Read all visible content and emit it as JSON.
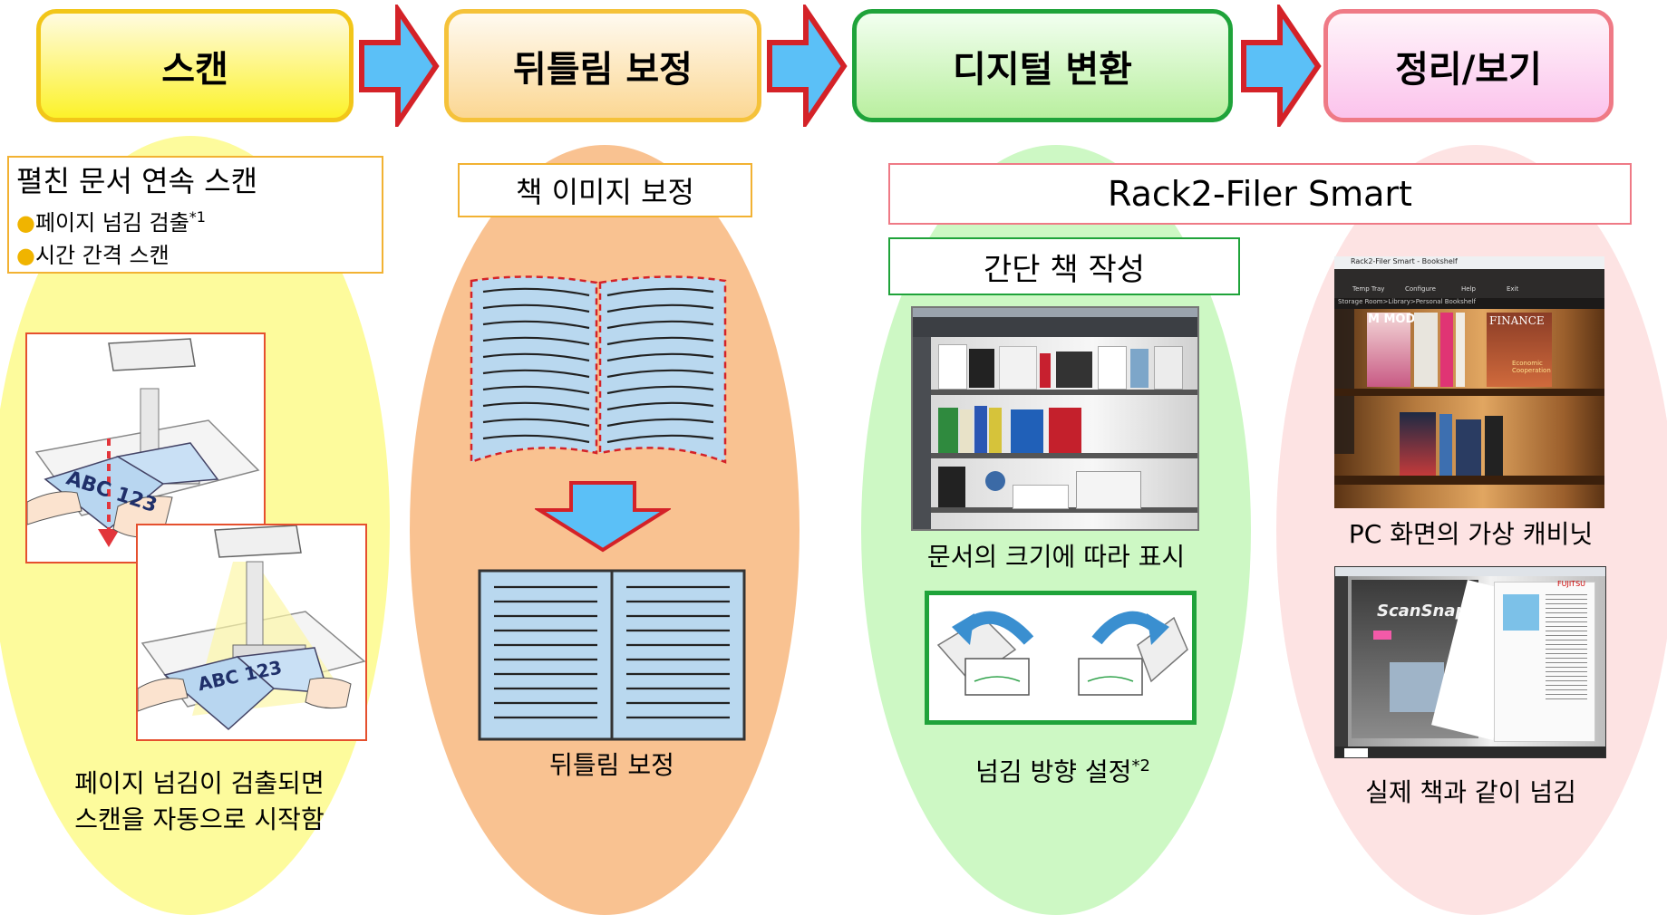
{
  "stages": [
    {
      "label": "스캔"
    },
    {
      "label": "뒤틀림 보정"
    },
    {
      "label": "디지털 변환"
    },
    {
      "label": "정리/보기"
    }
  ],
  "scan": {
    "title": "펼친 문서 연속 스캔",
    "bullet1": "페이지 넘김 검출",
    "bullet1_note": "*1",
    "bullet2": "시간 간격 스캔",
    "book_text": "ABC 123",
    "caption_line1": "페이지 넘김이 검출되면",
    "caption_line2": "스캔을 자동으로 시작함"
  },
  "correction": {
    "title": "책 이미지 보정",
    "caption": "뒤틀림 보정"
  },
  "digital": {
    "title": "Rack2-Filer Smart",
    "subtitle": "간단 책 작성",
    "caption1": "문서의 크기에 따라 표시",
    "caption2": "넘김 방향 설정",
    "caption2_note": "*2"
  },
  "view": {
    "caption1": "PC 화면의 가상 캐비닛",
    "caption2": "실제 책과 같이 넘김",
    "window_title": "Rack2-Filer Smart - Bookshelf",
    "toolbar": [
      "Temp Tray",
      "Configure",
      "Help",
      "Exit"
    ],
    "breadcrumb": "Storage Room>Library>Personal Bookshelf",
    "mag1": "M MODE",
    "mag2": "FINANCE",
    "mag2_sub": "Economic Cooperation",
    "viewer_brand": "ScanSnap",
    "viewer_maker": "FUJITSU"
  },
  "colors": {
    "yellow_blob": "#fdfb9c",
    "orange_blob": "#f9c291",
    "green_blob": "#cdf8c4",
    "pink_blob": "#fde3e3",
    "arrow_fill": "#5bc0f7",
    "arrow_stroke": "#d42228",
    "bullet": "#f0b400"
  }
}
